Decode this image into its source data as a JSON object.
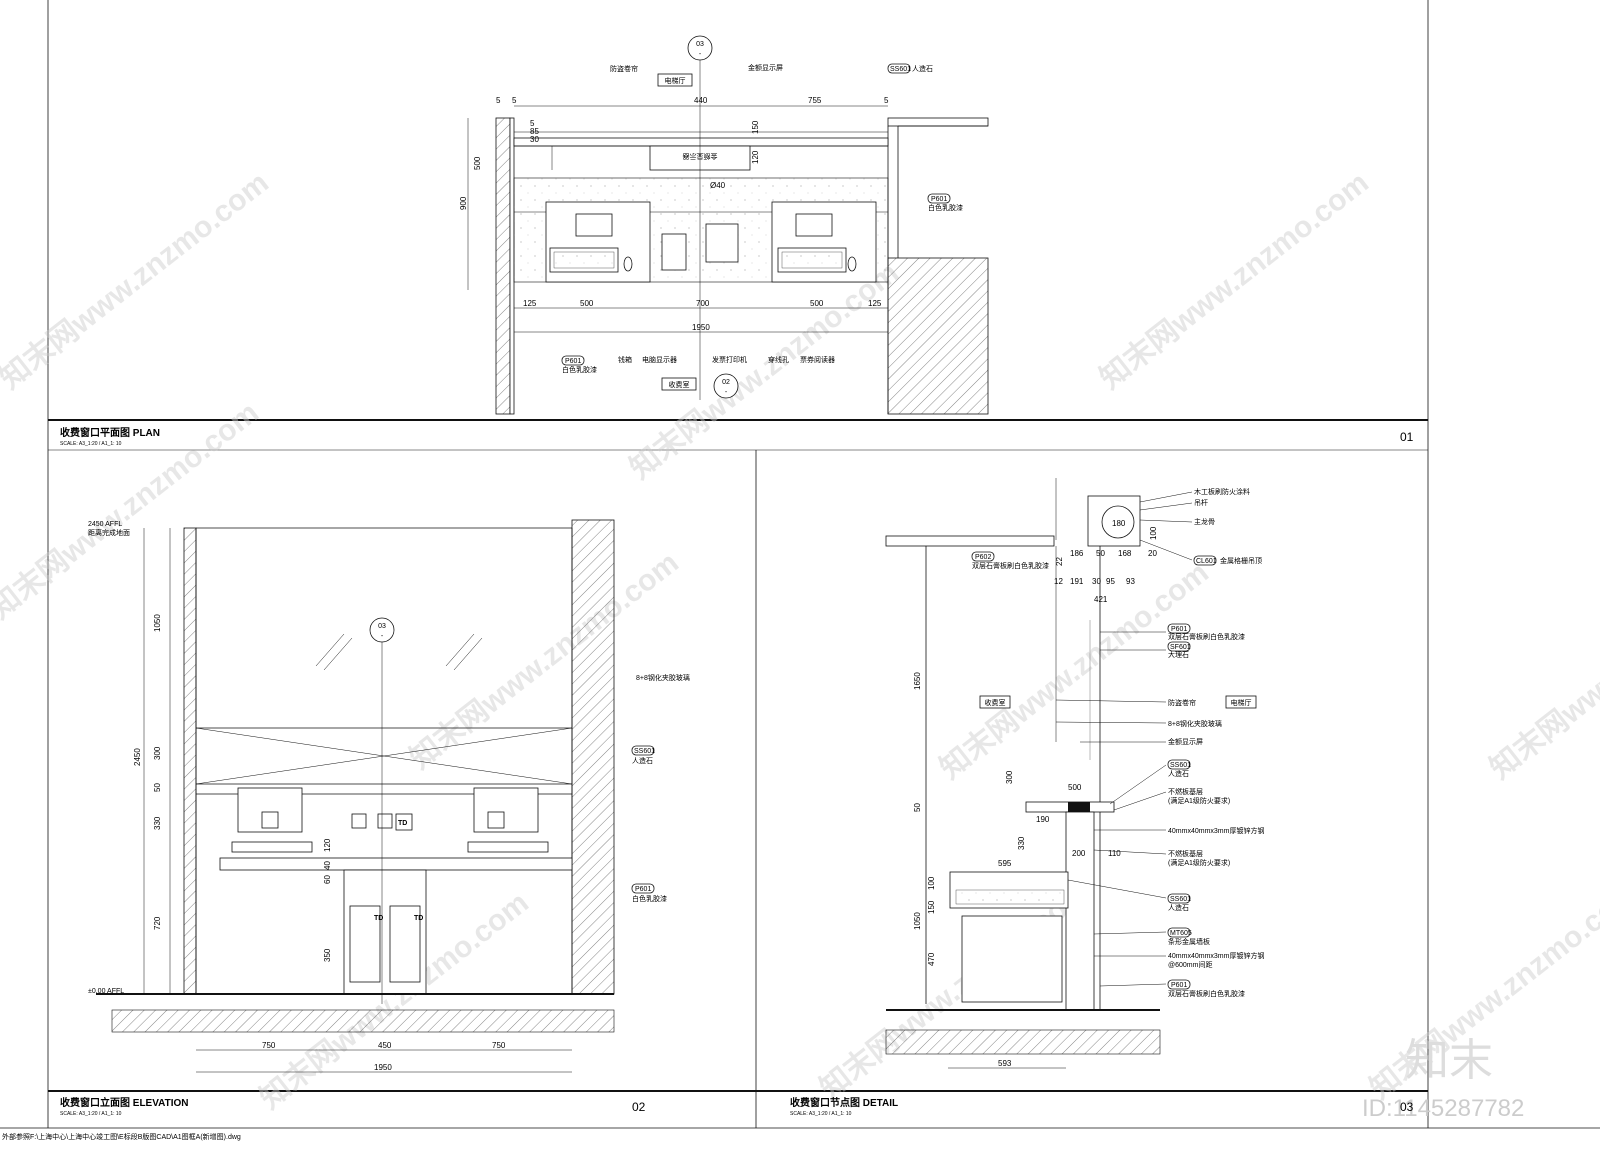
{
  "footer_path": "外部参照F:\\上海中心\\上海中心竣工图\\E标段B版图CAD\\A1图框A(新增图).dwg",
  "watermarks": {
    "site": "知末网www.znzmo.com",
    "brand": "知末",
    "id": "ID:1145287782"
  },
  "plan": {
    "title": "收费窗口平面图 PLAN",
    "scale": "SCALE: A3_1:20 / A1_1: 10",
    "number": "01",
    "section_marker": {
      "top": "03",
      "bottom": "-"
    },
    "elev_marker": {
      "top": "02",
      "bottom": "-"
    },
    "rooms": [
      "电梯厅",
      "收费室"
    ],
    "display_text": "金额显示器",
    "dims": {
      "top_left_a": "5",
      "top_left_b": "5",
      "span_a": "440",
      "span_b": "755",
      "top_right": "5",
      "stack_a": "5",
      "stack_b": "85",
      "stack_c": "30",
      "left_a": "500",
      "left_b": "900",
      "d150": "150",
      "d120": "120",
      "phi": "Ø40",
      "bottom": [
        "125",
        "500",
        "700",
        "500",
        "125"
      ],
      "total": "1950"
    },
    "labels": {
      "anti_theft": "防盗卷帘",
      "amount_display": "金额显示屏",
      "ss601": "SS601",
      "artificial_stone": "人造石",
      "p601": "P601",
      "white_paint": "白色乳胶漆",
      "cash_box": "钱箱",
      "pc_display": "电脑显示器",
      "printer": "发票打印机",
      "grommet": "穿线孔",
      "ticket_reader": "票券阅读器"
    }
  },
  "elevation": {
    "title": "收费窗口立面图 ELEVATION",
    "scale": "SCALE: A3_1:20 / A1_1: 10",
    "number": "02",
    "marker": {
      "top": "03",
      "bottom": "-"
    },
    "level_top": "2450  AFFL",
    "level_top_note": "距离完成地面",
    "level_floor": "±0.00  AFFL",
    "dims_v": [
      "1050",
      "300",
      "50",
      "330",
      "120",
      "40",
      "60",
      "720",
      "350"
    ],
    "dim_total_v": "2450",
    "dims_h": [
      "750",
      "450",
      "750"
    ],
    "dim_total_h": "1950",
    "td": "TD",
    "labels": {
      "glass": "8+8钢化夹胶玻璃",
      "ss601": "SS601",
      "artificial_stone": "人造石",
      "p601": "P601",
      "white_paint": "白色乳胶漆"
    }
  },
  "detail": {
    "title": "收费窗口节点图 DETAIL",
    "scale": "SCALE: A3_1:20 / A1_1: 10",
    "number": "03",
    "rooms": [
      "收费室",
      "电梯厅"
    ],
    "dims": {
      "d180": "180",
      "d100": "100",
      "d186": "186",
      "d50": "50",
      "d168": "168",
      "d20": "20",
      "d22": "22",
      "d12": "12",
      "d191": "191",
      "d30": "30",
      "d95": "95",
      "d93": "93",
      "d421": "421",
      "d1650": "1650",
      "d300a": "300",
      "d500": "500",
      "d50b": "50",
      "d190": "190",
      "d330": "330",
      "d200": "200",
      "d110": "110",
      "d595": "595",
      "d100b": "100",
      "d150": "150",
      "d1050": "1050",
      "d470": "470",
      "d593": "593"
    },
    "labels": {
      "wood_fire": "木工板刷防火涂料",
      "hanger": "吊杆",
      "main_keel": "主龙骨",
      "cl601": "CL601",
      "metal_ceiling": "金属格栅吊顶",
      "p602": "P602",
      "double_gyp_white": "双层石膏板刷白色乳胶漆",
      "p601": "P601",
      "double_gyp_white2": "双层石膏板刷白色乳胶漆",
      "sf601": "SF601",
      "marble": "大理石",
      "anti_theft": "防盗卷帘",
      "glass": "8+8钢化夹胶玻璃",
      "amount_display": "金额显示屏",
      "ss601": "SS601",
      "artificial_stone": "人造石",
      "fireproof_base": "不燃板基层",
      "fireproof_req": "(满足A1级防火要求)",
      "steel_tube": "40mmx40mmx3mm厚镀锌方钢",
      "fireproof_base2": "不燃板基层",
      "fireproof_req2": "(满足A1级防火要求)",
      "ss601b": "SS601",
      "artificial_stone2": "人造石",
      "mt605": "MT605",
      "metal_wall": "条形金属墙板",
      "steel_tube2": "40mmx40mmx3mm厚镀锌方钢",
      "spacing": "@600mm间距",
      "p601b": "P601",
      "double_gyp_white3": "双层石膏板刷白色乳胶漆"
    }
  }
}
